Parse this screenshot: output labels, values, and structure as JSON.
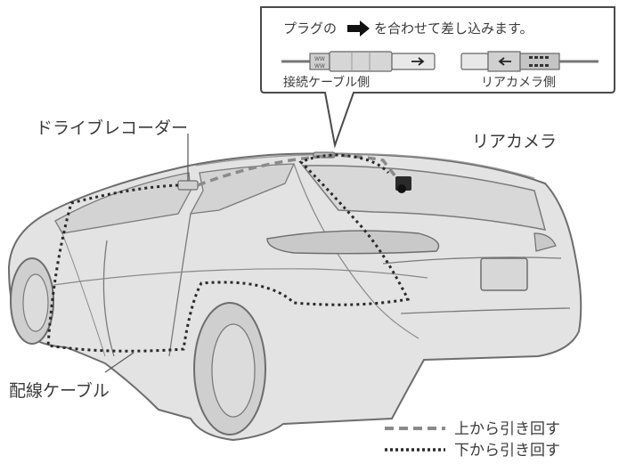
{
  "callout": {
    "instruction_before": "プラグの",
    "instruction_after": "を合わせて差し込みます。",
    "left_plug_label": "接続ケーブル側",
    "right_plug_label": "リアカメラ側"
  },
  "labels": {
    "dashcam": "ドライブレコーダー",
    "rear_camera": "リアカメラ",
    "cable": "配線ケーブル"
  },
  "legend": {
    "dashed": "上から引き回す",
    "dotted": "下から引き回す"
  },
  "colors": {
    "car_fill": "#e3e3e3",
    "car_stroke": "#6d6d6d",
    "route_dashed": "#8a8a8a",
    "route_dotted": "#2a2a2a",
    "text": "#3a3a3a"
  },
  "icons": {
    "plug_arrow": "arrow-right-icon"
  }
}
